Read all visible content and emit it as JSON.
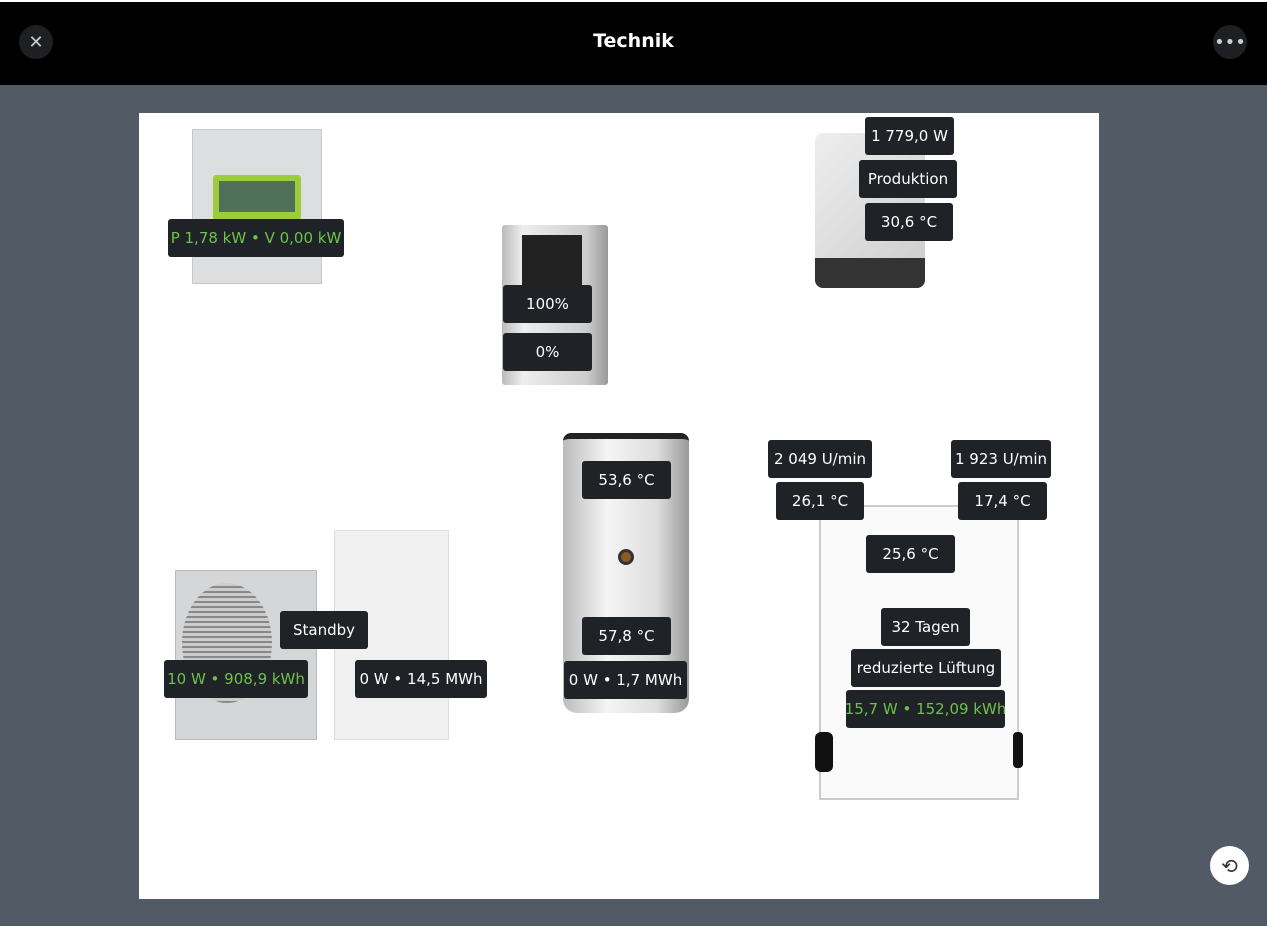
{
  "header": {
    "title": "Technik",
    "close_icon": "close-icon",
    "menu_icon": "more-horizontal-icon"
  },
  "colors": {
    "label_bg": "#1f2226",
    "green": "#6cc24a",
    "background": "#525a66"
  },
  "meter": {
    "value": "P 1,78 kW • V 0,00 kW"
  },
  "heater": {
    "value1": "100%",
    "value2": "0%"
  },
  "inverter": {
    "power": "1 779,0 W",
    "status": "Produktion",
    "temperature": "30,6 °C"
  },
  "heatpump": {
    "status": "Standby",
    "outdoor": "10 W • 908,9 kWh",
    "indoor": "0 W • 14,5 MWh"
  },
  "storage": {
    "top_temp": "53,6 °C",
    "bottom_temp": "57,8 °C",
    "energy": "0 W • 1,7 MWh"
  },
  "ventilation": {
    "fan1": "2 049 U/min",
    "fan2": "1 923 U/min",
    "temp1": "26,1 °C",
    "temp2": "17,4 °C",
    "temp3": "25,6 °C",
    "filter": "32 Tagen",
    "mode": "reduzierte Lüftung",
    "energy": "15,7 W • 152,09 kWh"
  },
  "reset_icon": "refresh-icon"
}
